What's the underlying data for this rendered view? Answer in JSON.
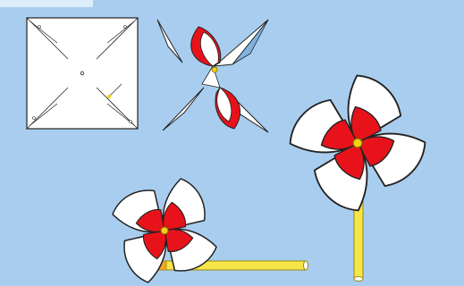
{
  "scene": {
    "description_label": "",
    "colors": {
      "background": "#a9cdee",
      "corner_tab": "#dceefa",
      "paper_white": "#ffffff",
      "paper_red": "#e8121b",
      "outline": "#222222",
      "pin": "#f2d21b",
      "stick": "#f7e64a",
      "stick_edge": "#9a8a10",
      "eraser": "#f5a623"
    },
    "steps": [
      {
        "name": "cut-square",
        "icon": "square-paper-with-cuts-icon"
      },
      {
        "name": "folded-corners",
        "icon": "partially-folded-pinwheel-icon"
      },
      {
        "name": "pinwheel-on-stick-upright",
        "icon": "pinwheel-icon"
      },
      {
        "name": "pinwheel-on-pencil-horizontal",
        "icon": "pinwheel-icon"
      }
    ]
  }
}
